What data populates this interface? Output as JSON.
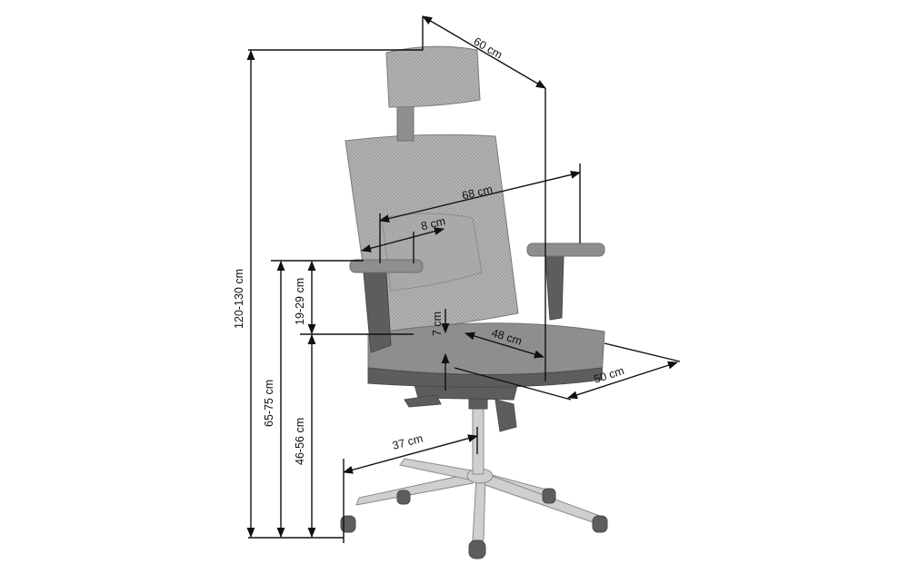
{
  "dimensions": {
    "depth_total": "60 cm",
    "width_arms": "68 cm",
    "arm_adjust": "8 cm",
    "arm_height": "19-29 cm",
    "seat_depth_adjust": "7 cm",
    "seat_width": "48 cm",
    "seat_depth": "50 cm",
    "base_radius": "37 cm",
    "total_height": "120-130 cm",
    "arm_floor_height": "65-75 cm",
    "seat_height": "46-56 cm"
  }
}
